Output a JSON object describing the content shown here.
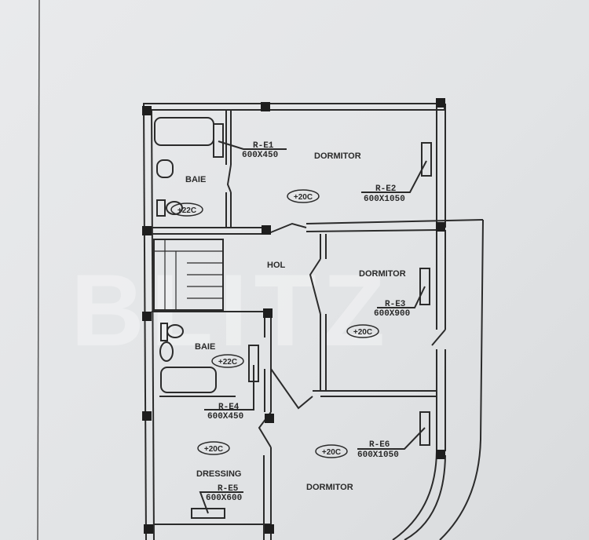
{
  "watermark": "BLITZ",
  "rooms": {
    "bath_top": "BAIE",
    "bedroom_top": "DORMITOR",
    "hall": "HOL",
    "bedroom_mid": "DORMITOR",
    "bath_mid": "BAIE",
    "dressing": "DRESSING",
    "bedroom_bottom": "DORMITOR"
  },
  "radiators": [
    {
      "id": "R-E1",
      "size": "600X450"
    },
    {
      "id": "R-E2",
      "size": "600X1050"
    },
    {
      "id": "R-E3",
      "size": "600X900"
    },
    {
      "id": "R-E4",
      "size": "600X450"
    },
    {
      "id": "R-E5",
      "size": "600X600"
    },
    {
      "id": "R-E6",
      "size": "600X1050"
    }
  ],
  "temperatures": {
    "bath_top": "+22C",
    "bedroom_top": "+20C",
    "bedroom_mid": "+20C",
    "bath_mid": "+22C",
    "dressing": "+20C",
    "bedroom_bottom": "+20C"
  }
}
